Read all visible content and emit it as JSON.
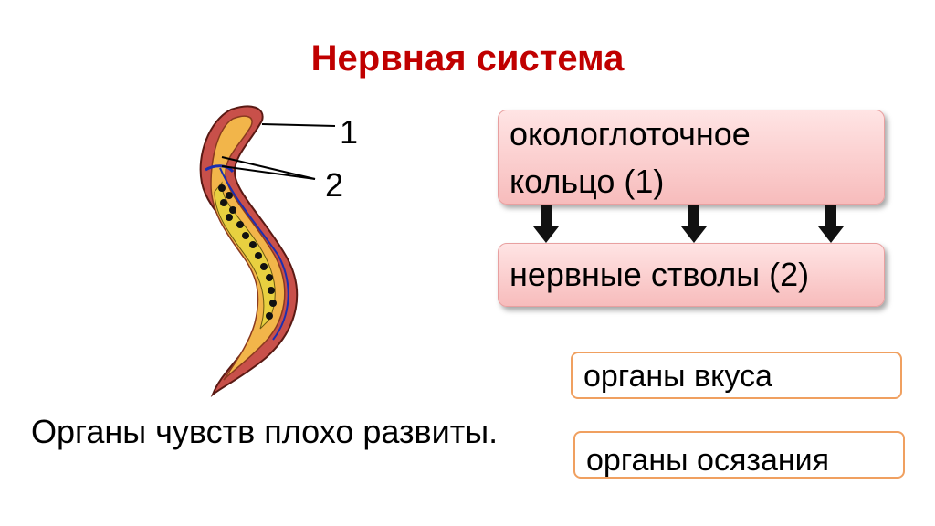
{
  "title": "Нервная система",
  "diagram": {
    "labels": [
      "1",
      "2"
    ],
    "box_ring": {
      "line1": "окологлоточное",
      "line2": "кольцо (1)"
    },
    "box_trunks": "нервные стволы (2)",
    "sense_organs": [
      "органы вкуса",
      "органы осязания"
    ],
    "note": "Органы чувств плохо развиты."
  },
  "colors": {
    "title": "#c00000",
    "box_fill": "#f7bcbc",
    "orange_border": "#f0a060",
    "nerve": "#1c2fb0"
  }
}
